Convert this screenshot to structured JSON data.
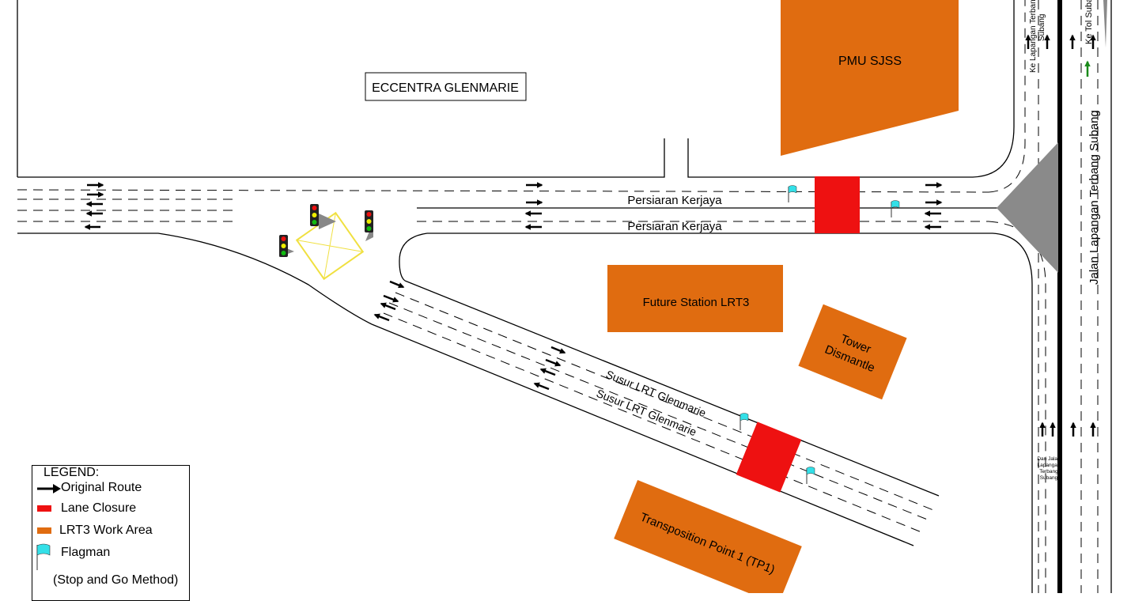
{
  "labels": {
    "eccentra": "ECCENTRA GLENMARIE",
    "pmu": "PMU SJSS",
    "persiaran_1": "Persiaran Kerjaya",
    "persiaran_2": "Persiaran Kerjaya",
    "future_station": "Future Station LRT3",
    "tower_1": "Tower",
    "tower_2": "Dismantle",
    "susur_1": "Susur LRT Glenmarie",
    "susur_2": "Susur LRT Glenmarie",
    "tp1": "Transposition Point 1 (TP1)",
    "jalan": "Jalan Lapangan Terbang Subang",
    "ke_lapangan_1": "Ke Lapangan Terbang",
    "ke_lapangan_2": "Subang",
    "ke_tol": "Ke Tol Subang",
    "dari_1": "Dari Jalan",
    "dari_2": "Lapangan",
    "dari_3": "Terbang",
    "dari_4": "Subang"
  },
  "legend": {
    "title": "LEGEND:",
    "items": [
      {
        "label": "Original Route",
        "icon": "arrow-right-icon",
        "color": "#000000"
      },
      {
        "label": "Lane Closure",
        "icon": "red-swatch",
        "color": "#ee1111"
      },
      {
        "label": "LRT3 Work Area",
        "icon": "orange-swatch",
        "color": "#e06c10"
      },
      {
        "label": "Flagman",
        "icon": "flag-icon",
        "color": "#33e0e8"
      }
    ],
    "note": "(Stop and Go Method)"
  },
  "colors": {
    "work_area": "#e06c10",
    "closure": "#ee1111",
    "flag": "#33e0e8",
    "junction_box": "#f0e040",
    "island": "#8a8a8a"
  }
}
